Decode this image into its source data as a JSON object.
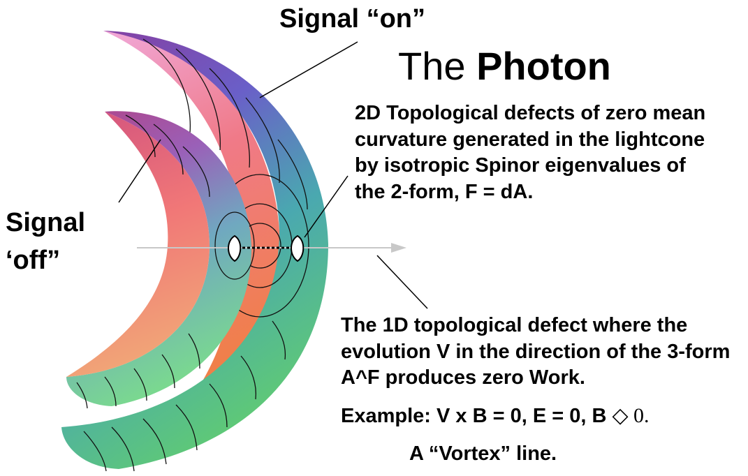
{
  "labels": {
    "signal_on": "Signal “on”",
    "signal_off_line1": "Signal",
    "signal_off_line2": "‘off”"
  },
  "title": {
    "prefix": "The ",
    "bold": "Photon"
  },
  "paragraph_2d": "2D Topological defects of zero mean curvature generated in the lightcone by isotropic Spinor eigenvalues of the 2-form, F = dA.",
  "paragraph_1d": "The 1D topological defect where the evolution V in the direction of the 3-form A^F produces zero Work.",
  "example": {
    "text": "Example: V x B = 0, E = 0, B ",
    "symbol": "◇",
    "tail": " 0."
  },
  "vortex": "A “Vortex” line.",
  "colors": {
    "shell_purple": "#7a3fa0",
    "shell_red": "#e0506a",
    "shell_green": "#5ec878",
    "shell_blue": "#5a6fd0",
    "arrow": "#c8c8c8"
  }
}
